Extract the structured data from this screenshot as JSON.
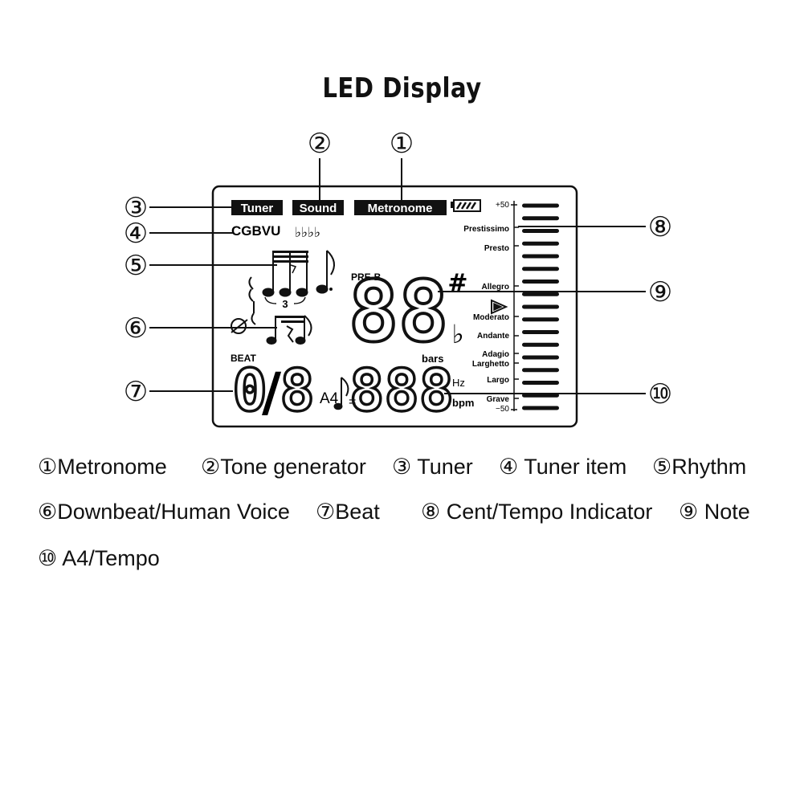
{
  "title": "LED Display",
  "display": {
    "tabs": [
      "Tuner",
      "Sound",
      "Metronome"
    ],
    "tuner_items": "CGBVU",
    "flats_row": "♭♭♭♭",
    "triplet_mark": "3",
    "pre_b": "PRE-B.",
    "note_digits": "8",
    "sharp": "#",
    "flat": "♭",
    "beat_label": "BEAT",
    "beat_digit_1": "0",
    "beat_slash": "/",
    "beat_digit_2": "8",
    "a4": "A4",
    "equals": "=",
    "bars": "bars",
    "hz": "Hz",
    "bpm": "bpm",
    "tempo_digits": "888",
    "scale_labels": [
      "+50",
      "Prestissimo",
      "Presto",
      "Allegro",
      "Moderato",
      "Andante",
      "Adagio",
      "Larghetto",
      "Largo",
      "Grave",
      "−50"
    ],
    "cent_bar_count": 17,
    "callouts": [
      "①",
      "②",
      "③",
      "④",
      "⑤",
      "⑥",
      "⑦",
      "⑧",
      "⑨",
      "⑩"
    ]
  },
  "legend": [
    {
      "num": "①",
      "label": "Metronome"
    },
    {
      "num": "②",
      "label": "Tone generator"
    },
    {
      "num": "③",
      "label": "Tuner"
    },
    {
      "num": "④",
      "label": "Tuner item"
    },
    {
      "num": "⑤",
      "label": "Rhythm"
    },
    {
      "num": "⑥",
      "label": "Downbeat/Human Voice"
    },
    {
      "num": "⑦",
      "label": "Beat"
    },
    {
      "num": "⑧",
      "label": "Cent/Tempo Indicator"
    },
    {
      "num": "⑨",
      "label": "Note"
    },
    {
      "num": "⑩",
      "label": "A4/Tempo"
    }
  ]
}
